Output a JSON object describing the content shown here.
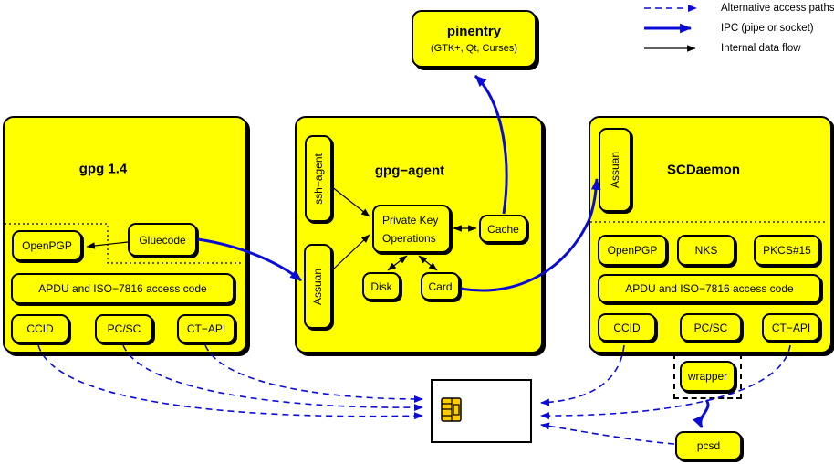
{
  "colors": {
    "node_fill": "#ffff00",
    "line_blue": "#0b0bd8",
    "line_black": "#000000",
    "card_fill": "#ffffff",
    "chip_fill": "#ffcc00",
    "background": "#ffffff"
  },
  "legend": {
    "alternative": "Alternative access paths",
    "ipc": "IPC (pipe or socket)",
    "internal": "Internal data flow"
  },
  "pinentry": {
    "title": "pinentry",
    "subtitle": "(GTK+, Qt, Curses)"
  },
  "gpg14": {
    "title": "gpg 1.4",
    "openpgp": "OpenPGP",
    "gluecode": "Gluecode",
    "apdu": "APDU and ISO−7816 access code",
    "ccid": "CCID",
    "pcsc": "PC/SC",
    "ctapi": "CT−API"
  },
  "gpgagent": {
    "title": "gpg−agent",
    "ssh_agent": "ssh−agent",
    "assuan": "Assuan",
    "pko_line1": "Private Key",
    "pko_line2": "Operations",
    "cache": "Cache",
    "disk": "Disk",
    "card": "Card"
  },
  "scdaemon": {
    "title": "SCDaemon",
    "assuan": "Assuan",
    "openpgp": "OpenPGP",
    "nks": "NKS",
    "pkcs15": "PKCS#15",
    "apdu": "APDU and ISO−7816 access code",
    "ccid": "CCID",
    "pcsc": "PC/SC",
    "ctapi": "CT−API"
  },
  "wrapper": {
    "label": "wrapper"
  },
  "pcsd": {
    "label": "pcsd"
  }
}
